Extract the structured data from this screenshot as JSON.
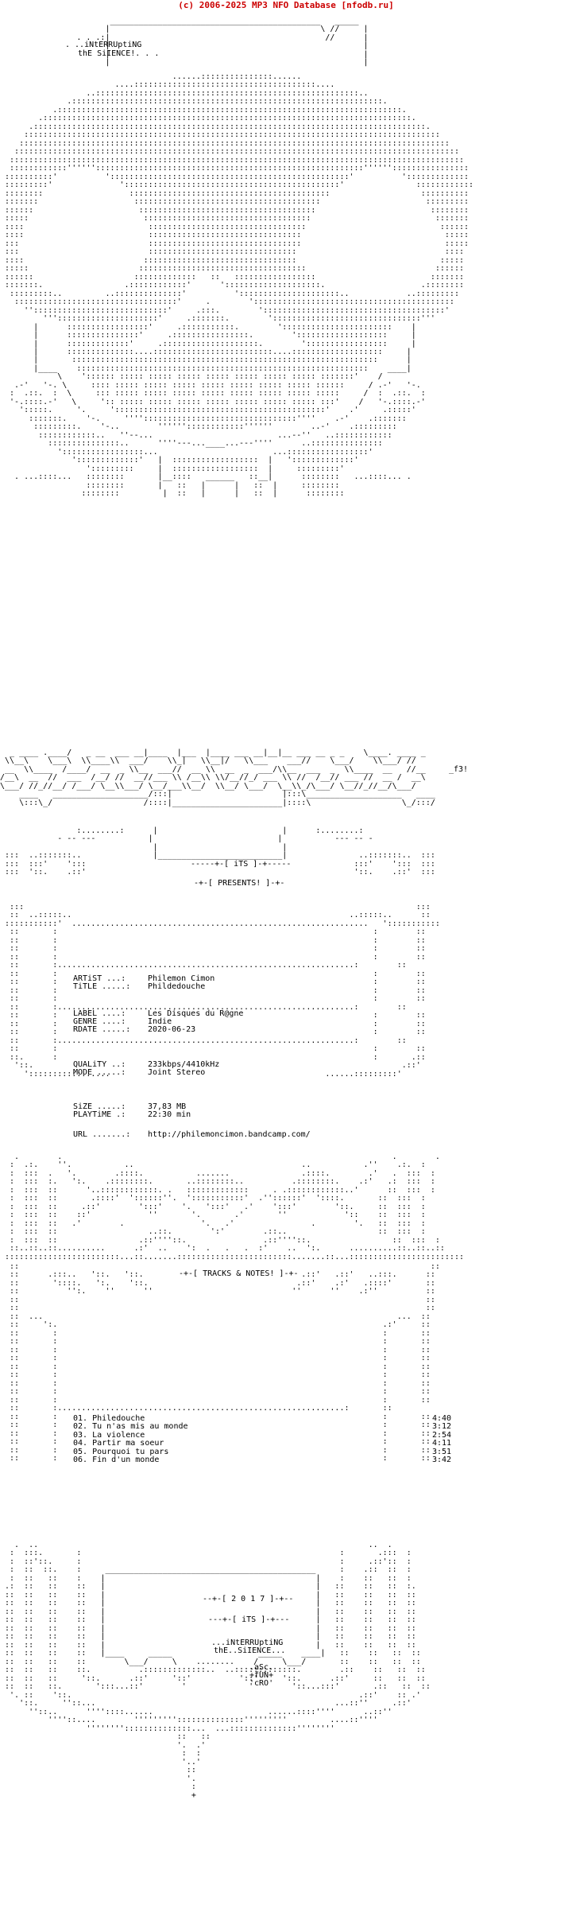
{
  "credit": "(c) 2006-2025 MP3 NFO Database [nfodb.ru]",
  "group": {
    "name_line1": ". ..iNtERRUptiNG",
    "name_line2": "thE SiIENCE!. . ."
  },
  "presents": {
    "its": "-----+-[ iTS ]-+-----",
    "presents": "-+-[ PRESENTS! ]-+-"
  },
  "release": {
    "artist_label": "ARTiST ...:",
    "artist": "Philemon Cimon",
    "title_label": "TiTLE .....:",
    "title": "Phildedouche",
    "label_label": "LABEL ....:",
    "label": "Les Disques du R@gne",
    "genre_label": "GENRE ....:",
    "genre": "Indie",
    "rdate_label": "RDATE .....:",
    "rdate": "2020-06-23",
    "quality_label": "QUALiTY ..:",
    "quality": "233kbps/4410kHz",
    "mode_label": "MODE .....:",
    "mode": "Joint Stereo",
    "size_label": "SiZE .....:",
    "size": "37,83 MB",
    "playtime_label": "PLAYTiME .:",
    "playtime": "22:30 min",
    "url_label": "URL .......:",
    "url": "http://philemoncimon.bandcamp.com/"
  },
  "tracks_header": "-+-[ TRACKS & NOTES! ]-+-",
  "tracks": [
    {
      "num": "01.",
      "title": "Philedouche",
      "time": "4:40"
    },
    {
      "num": "02.",
      "title": "Tu n'as mis au monde",
      "time": "3:12"
    },
    {
      "num": "03.",
      "title": "La violence",
      "time": "2:54"
    },
    {
      "num": "04.",
      "title": "Partir ma soeur",
      "time": "4:11"
    },
    {
      "num": "05.",
      "title": "Pourquoi tu pars",
      "time": "3:51"
    },
    {
      "num": "06.",
      "title": "Fin d'un monde",
      "time": "3:42"
    }
  ],
  "footer": {
    "year": "--+-[ 2 0 1 7 ]-+--",
    "its": "---+-[ iTS ]-+---",
    "name1": "...iNtERRUptiNG",
    "name2": "thE..SiIENCE...",
    "asc": ".aSc.",
    "fun": "+fUN+",
    "cro": "'cRO'"
  },
  "tag": "_f3!"
}
